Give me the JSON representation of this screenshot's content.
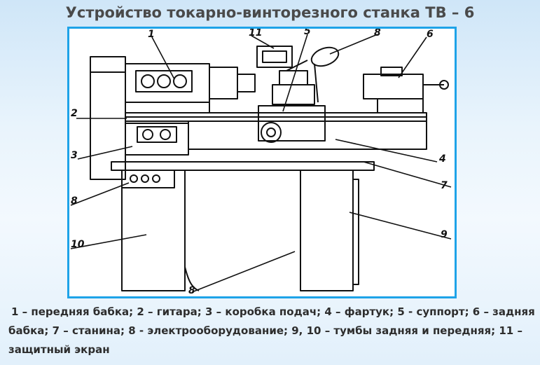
{
  "title": "Устройство токарно-винторезного станка ТВ – 6",
  "labels": {
    "l1": "1",
    "l2": "2",
    "l3": "3",
    "l4": "4",
    "l5": "5",
    "l6": "6",
    "l7": "7",
    "l8a": "8",
    "l8b": "8",
    "l8c": "8",
    "l9": "9",
    "l10": "10",
    "l11": "11"
  },
  "caption": {
    "line1": "1 – передняя бабка; 2 – гитара;  3 – коробка подач; 4 – фартук; 5 - суппорт;  6 – задняя",
    "line2": "бабка; 7 – станина; 8 - электрооборудование; 9, 10 – тумбы задняя и передняя; 11 –",
    "line3": "защитный экран"
  },
  "colors": {
    "frame_border": "#1ea3e8",
    "title_text": "#4a4a4a",
    "caption_text": "#2d2d2d"
  }
}
